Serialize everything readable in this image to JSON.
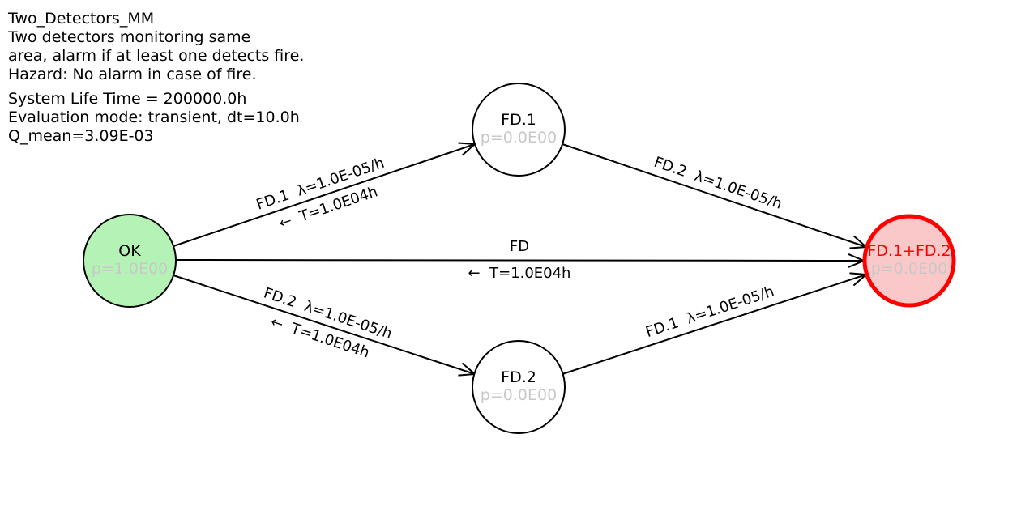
{
  "header": {
    "title": "Two_Detectors_MM",
    "description_lines": [
      "Two detectors monitoring same",
      "area, alarm if at least one detects fire.",
      "Hazard: No alarm in case of fire."
    ],
    "stats": {
      "life_time": "System Life Time = 200000.0h",
      "evaluation_mode": "Evaluation mode: transient, dt=10.0h",
      "q_mean": "Q_mean=3.09E-03"
    }
  },
  "diagram": {
    "nodes": [
      {
        "id": "OK",
        "label": "OK",
        "probability": "p=1.0E00",
        "fill": "#b5f2b5",
        "stroke": "#000000",
        "type": "initial-state"
      },
      {
        "id": "FD.1",
        "label": "FD.1",
        "probability": "p=0.0E00",
        "fill": "#ffffff",
        "stroke": "#000000",
        "type": "state"
      },
      {
        "id": "FD.2",
        "label": "FD.2",
        "probability": "p=0.0E00",
        "fill": "#ffffff",
        "stroke": "#000000",
        "type": "state"
      },
      {
        "id": "FD.1+FD.2",
        "label": "FD.1+FD.2",
        "probability": "p=0.0E00",
        "fill": "#fac8c8",
        "stroke": "#ff0000",
        "type": "hazard-state"
      }
    ],
    "edges": [
      {
        "from": "OK",
        "to": "FD.1",
        "rate_label": "FD.1  λ=1.0E-05/h",
        "repair_label": "←  T=1.0E04h"
      },
      {
        "from": "OK",
        "to": "FD.1+FD.2",
        "rate_label": "FD",
        "repair_label": "←  T=1.0E04h"
      },
      {
        "from": "OK",
        "to": "FD.2",
        "rate_label": "FD.2  λ=1.0E-05/h",
        "repair_label": "←  T=1.0E04h"
      },
      {
        "from": "FD.1",
        "to": "FD.1+FD.2",
        "rate_label": "FD.2  λ=1.0E-05/h",
        "repair_label": ""
      },
      {
        "from": "FD.2",
        "to": "FD.1+FD.2",
        "rate_label": "FD.1  λ=1.0E-05/h",
        "repair_label": ""
      }
    ],
    "colors": {
      "ok_state_fill": "#b5f2b5",
      "normal_state_fill": "#ffffff",
      "hazard_state_fill": "#fac8c8",
      "hazard_state_stroke": "#ff0000",
      "hazard_label_color": "#ff0000",
      "probability_text_color": "#c8c8c8",
      "edge_color": "#000000",
      "text_color": "#000000"
    }
  }
}
